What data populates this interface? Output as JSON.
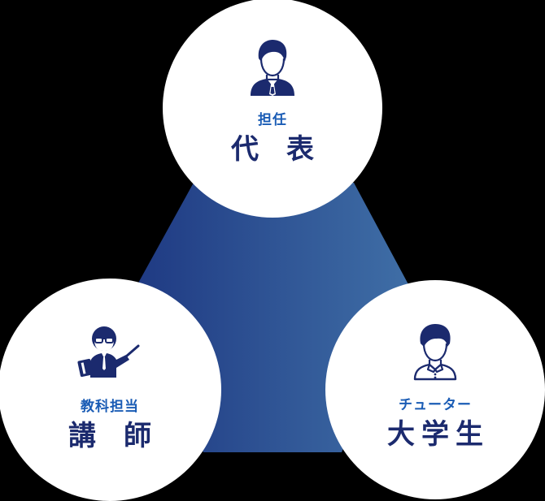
{
  "diagram": {
    "type": "three-role-triangle",
    "background_color": "#000000",
    "gradient": {
      "from": "#213d86",
      "to": "#3b6aa3",
      "direction": "left-to-right"
    },
    "colors": {
      "circle_fill": "#ffffff",
      "sub_label": "#1a5cb5",
      "main_label": "#1b2a6e",
      "icon": "#1b2a6e"
    },
    "roles": [
      {
        "position": "top",
        "icon": "businessman-suit-icon",
        "sub_label": "担任",
        "main_label": "代表"
      },
      {
        "position": "left",
        "icon": "teacher-pointer-icon",
        "sub_label": "教科担当",
        "main_label": "講師"
      },
      {
        "position": "right",
        "icon": "student-collar-icon",
        "sub_label": "チューター",
        "main_label": "大学生"
      }
    ]
  }
}
